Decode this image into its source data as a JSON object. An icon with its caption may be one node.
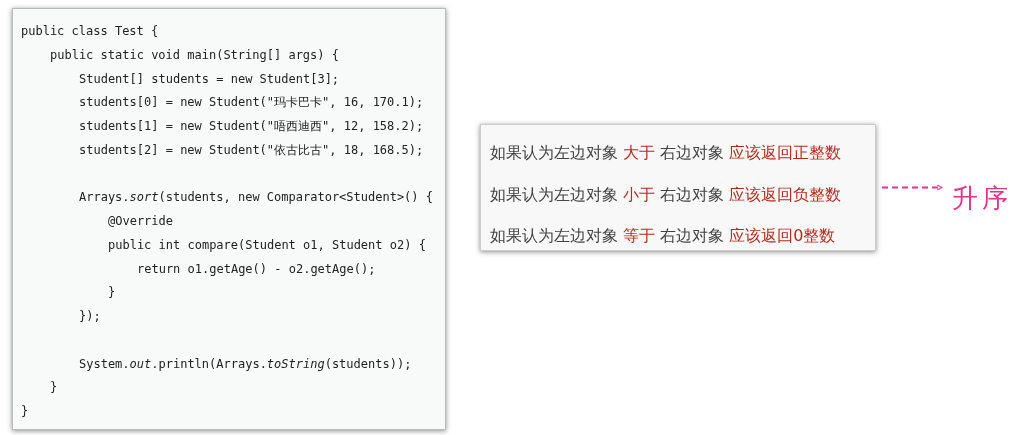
{
  "diagram": {
    "nodes": [
      {
        "text": [
          "public class Test {",
          "public static void main(String[] args) {",
          "Student[] students = new Student[3];",
          "students[0] = new Student(\"玛卡巴卡\", 16, 170.1);",
          "students[1] = new Student(\"唔西迪西\", 12, 158.2);",
          "students[2] = new Student(\"依古比古\", 18, 168.5);",
          "Arrays.*sort*(students, new Comparator<Student>() {",
          "@Override",
          "public int compare(Student o1, Student o2) {",
          "return o1.getAge() - o2.getAge();",
          "}",
          "});",
          "System.*out*.println(Arrays.*toString*(students));",
          "}",
          "}"
        ]
      },
      {
        "text": [
          "如果认为左边对象 大于 右边对象 应该返回正整数",
          "如果认为左边对象 小于 右边对象 应该返回负整数",
          "如果认为左边对象 等于 右边对象 应该返回0整数"
        ]
      },
      {
        "text": [
          "升序"
        ]
      }
    ],
    "edges": [
      {
        "from": 1,
        "to": 2,
        "arrow": "to",
        "style": "dashed",
        "color": "#e0338a"
      }
    ]
  }
}
